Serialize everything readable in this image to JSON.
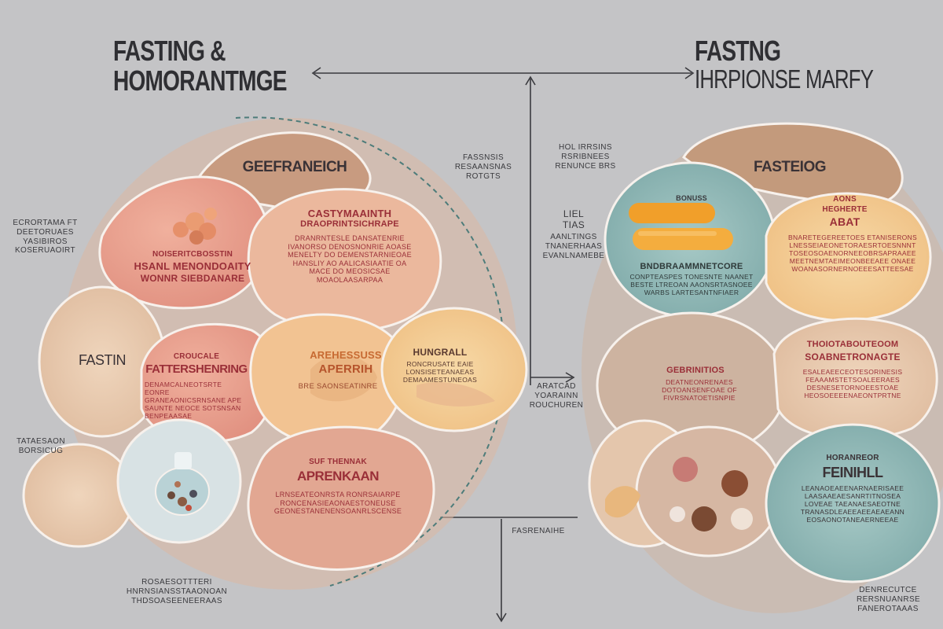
{
  "titles": {
    "left_line1": "FASTING &",
    "left_line2": "HOMORANTMGE",
    "right_line1": "FASTNG",
    "right_line2": "IHRPIONSE MARFY"
  },
  "left": {
    "top": "GEEFRANEICH",
    "top_right_title": "CASTYMAAINTH",
    "top_right_sub": "DRAOPRINTSICHRAPE",
    "top_right_body": "Dranrntesle dansatenrie\nIvanorso denosnonrie aoase\nMenelty do demenstarnieoae\nHansliy ao aalicasiaatie oa\nMace do meosicsae\nMoaolaasarpaa",
    "left_pink_title1": "NOISERITCBOSSTIN",
    "left_pink_title2": "HSANL MENONDOAITY",
    "left_pink_title3": "WONNR SIEBDANARE",
    "fasting": "FASTIN",
    "fatter_title1": "CROUCALE",
    "fatter_title2": "FATTERSHENRING",
    "fatter_body": "Denamcalneotsrte eonre\nGraneaonicsrnsane ape\nSaunte neoce sotsnsan\nBenpeaasae",
    "center_title1": "AREHESSUSS",
    "center_title2": "APERRIH",
    "center_body": "Bre saonseatinre",
    "hungall_title": "HUNGRALL",
    "hungall_body": "Roncrusate eaie\nLonsiseteanaeas\nDemaamestuneoas",
    "apren_title1": "SUF THENNAK",
    "apren_title2": "APRENKAAN",
    "apren_body": "Lrnseateonrsta ronrsaiarpe\nRoncenasieaonaestoneuse\nGeonestanenensoanrlscense",
    "bottom_note": "Rosaesottteri\nHnrnsiansstaaonoan\nThdsoaseeneeraas",
    "side_right": "Fassnsis\nResaansnas\nRotgts",
    "side_left_top": "Ecrortama ft\nDeetoruaes\nYASIBIROS\nKOSERUAOIRT",
    "side_left_bottom": "Tataesaon\nBorsicug"
  },
  "center": {
    "top_note": "HOL IRRSINS\nRSRIBNEES\nRENUNCE BRS",
    "mid_note1": "LIEL",
    "mid_note2": "TIAS",
    "mid_note3": "AANLTINGS\nTNANERHAAS\nEVANLNAMEBE",
    "arrow_label": "Aratcad\nYOARAINN\nrouchuren",
    "bottom_label": "Fasrenaihe"
  },
  "right": {
    "teal_title": "BONUSS",
    "teal_body_title": "BNDBRAAMMNETCORE",
    "teal_body": "Conpteaspes tonesnte naanet\nBeste ltreoan aaonsrtasnoee\nWarbs lartesantnfiaer",
    "top": "FASTEIOG",
    "yellow_title1": "AONS",
    "yellow_title2": "HEGHERTE",
    "yellow_title3": "ABAT",
    "yellow_body": "Bnaretegereetoes etaniserons\nLnesseiaeonetoraesrtoesnnnt\nToseosoaenorneeobrsapraaee\nMeetnemtaeimeonbeeaee onaee\nWoanasornernoeeesatteesae",
    "mid_title": "GEBRINITIOS",
    "mid_body": "Deatneonrenaes\nDotoansenfoae of\nFivrsnatoetisnpie",
    "rt_title1": "THOIOTABOUTEOOM",
    "rt_title2": "SOABNETRONAGTE",
    "rt_body": "Esaleaeeceotesorinesis\nFeaaamstetsoaleeraes\nDesnesetornoeestoae\nHeosoeeeenaeontprtne",
    "bt_title1": "HORANREOR",
    "bt_title2": "FEINIHLL",
    "bt_body": "Leanaoeaeenarnaerisaee\nLaasaaeaesanrtitnosea\nLoveae taeanaesaeotne\nTranasdleaeeaeeaeaeann\nEosaonotaneaerneeae",
    "bottom_note": "Denrecutce\nRersnuanrse\nFanerotaaas"
  },
  "colors": {
    "background": "#c4c4c6",
    "peach": "#eeb89b",
    "beige": "#e9c8ac",
    "tan": "#c8a488",
    "teal": "#8eb6b6",
    "yellow": "#f2c98a",
    "pink": "#e8a492",
    "text_red": "#9a2f38",
    "text_dark": "#3a3236"
  }
}
